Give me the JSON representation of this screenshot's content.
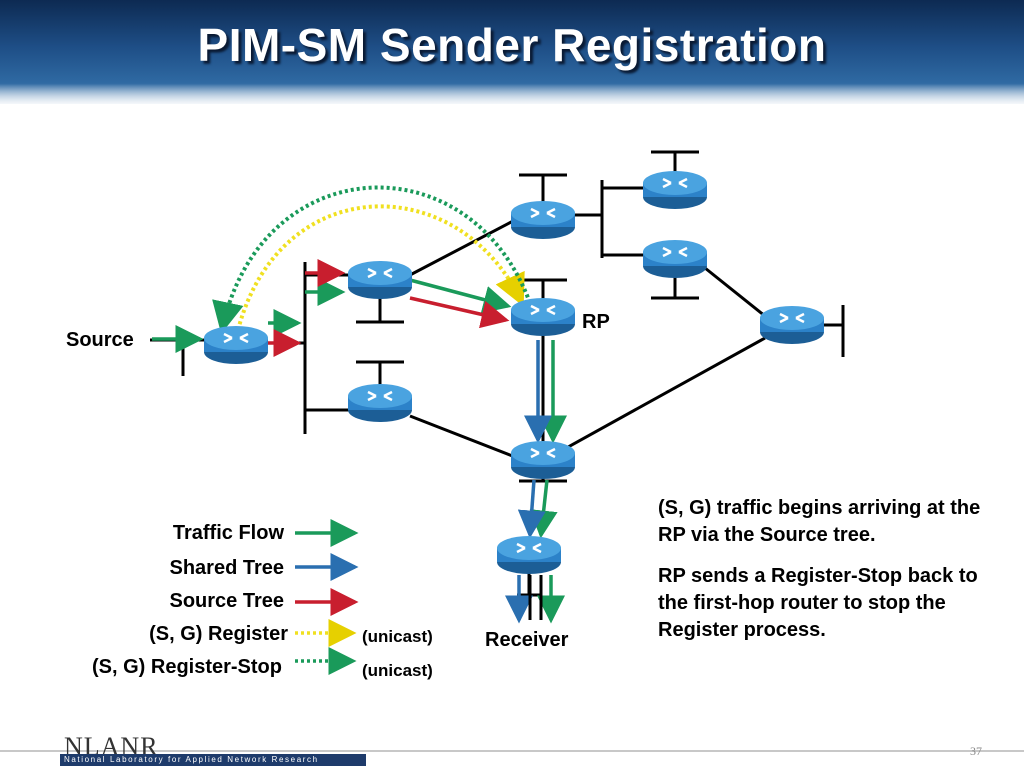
{
  "slide": {
    "title": "PIM-SM Sender Registration",
    "page_number": "37"
  },
  "diagram": {
    "labels": {
      "source": "Source",
      "rp": "RP",
      "receiver": "Receiver"
    },
    "notes": [
      "(S, G) traffic begins arriving at the RP via the Source tree.",
      "RP sends a Register-Stop back to the first-hop router to stop the Register process."
    ]
  },
  "legend": {
    "items": [
      {
        "label": "Traffic Flow",
        "suffix": "",
        "color": "#1a9a5a",
        "style": "solid"
      },
      {
        "label": "Shared Tree",
        "suffix": "",
        "color": "#2a6fb0",
        "style": "solid"
      },
      {
        "label": "Source Tree",
        "suffix": "",
        "color": "#c81e2e",
        "style": "solid"
      },
      {
        "label": "(S, G) Register",
        "suffix": "(unicast)",
        "color": "#f0e020",
        "style": "dotted"
      },
      {
        "label": "(S, G) Register-Stop",
        "suffix": "(unicast)",
        "color": "#1a9a5a",
        "style": "dotted"
      }
    ]
  },
  "footer": {
    "logo": "NLANR",
    "org": "National Laboratory for Applied Network Research"
  },
  "colors": {
    "router_fill": "#2c82c9",
    "router_top": "#4aa3e0",
    "traffic": "#1a9a5a",
    "shared_tree": "#2a6fb0",
    "source_tree": "#c81e2e",
    "register": "#f0e020",
    "register_stop": "#1a9a5a"
  }
}
